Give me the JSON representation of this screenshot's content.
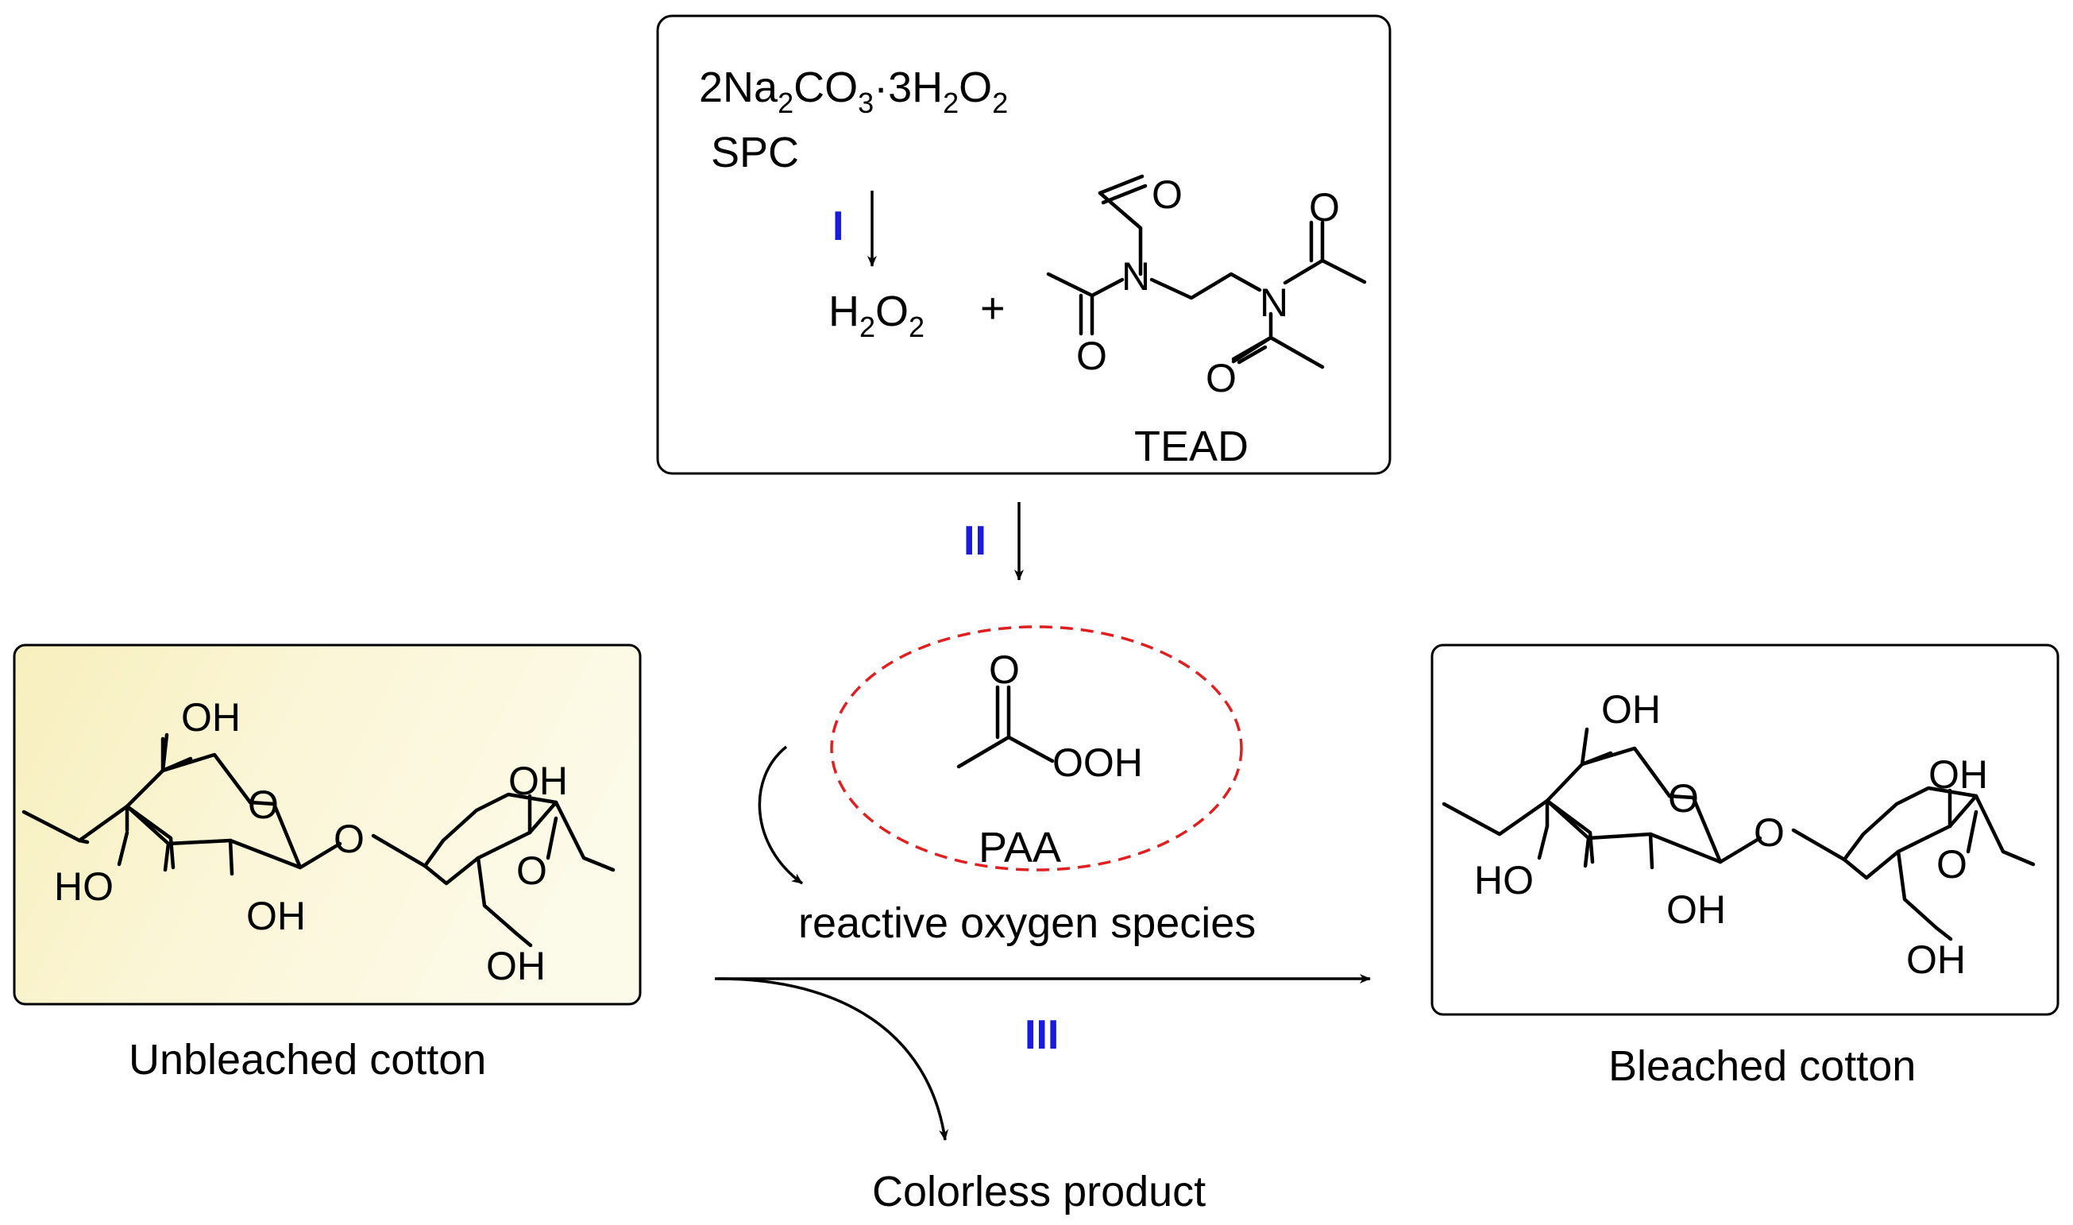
{
  "reagents": {
    "spc_formula": {
      "a": "2Na",
      "s1": "2",
      "b": "CO",
      "s2": "3",
      "c": "·3H",
      "s3": "2",
      "d": "O",
      "s4": "2"
    },
    "spc_label": "SPC",
    "h2o2": {
      "a": "H",
      "s1": "2",
      "b": "O",
      "s2": "2"
    },
    "plus": "+",
    "tead_label": "TEAD",
    "atoms": {
      "O": "O",
      "N": "N"
    }
  },
  "steps": {
    "one": "I",
    "two": "II",
    "three": "III"
  },
  "paa": {
    "label": "PAA",
    "ooh": "OOH",
    "o": "O"
  },
  "center": {
    "reactive": "reactive oxygen species",
    "colorless": "Colorless  product"
  },
  "cotton": {
    "unbleached_label": "Unbleached cotton",
    "bleached_label": "Bleached cotton",
    "oh": "OH",
    "ho": "HO",
    "o": "O"
  },
  "colors": {
    "step_label": "#1a1adc",
    "dashed_ellipse": "#e02020",
    "unbleached_fill_light": "#fcf8e0",
    "unbleached_fill_dark": "#f6eeb8"
  }
}
